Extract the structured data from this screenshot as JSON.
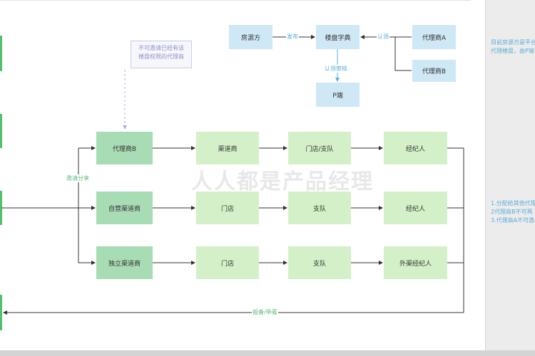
{
  "colors": {
    "node_blue": "#cfe8f5",
    "node_green_dark": "#a8dcb4",
    "node_green_light": "#d3f0c8",
    "edge_blue": "#5aaed6",
    "edge_green": "#5cb87a",
    "note_text": "#8e94c8"
  },
  "nodes": {
    "housing_source": "房源方",
    "property_dictionary": "楼盘字典",
    "agent_a": "代理商A",
    "agent_b_top": "代理商B",
    "p_side": "P端",
    "agent_b": "代理商B",
    "channel_merchant": "渠道商",
    "store_team_1": "门店/支队",
    "broker_1": "经纪人",
    "self_channel": "自营渠道商",
    "store_2": "门店",
    "team_2": "支队",
    "broker_2": "经纪人",
    "independent_channel": "独立渠道商",
    "store_3": "门店",
    "team_3": "支队",
    "external_broker": "外渠经纪人"
  },
  "edge_labels": {
    "publish": "发布",
    "claim": "认领",
    "claim_review": "认领审核",
    "invite_share": "邀请分享",
    "report_visit": "报备/带看"
  },
  "note": {
    "line1": "不可邀请已经有该",
    "line2": "楼盘权限的代理商"
  },
  "right_panel": {
    "intro_line1": "目前房源方是平台",
    "intro_line2": "代理楼盘，由P端",
    "rule1": "1.分配给其他代理",
    "rule2": "2代理商B不可再",
    "rule3": "3.代理商A不可邀"
  },
  "watermark": "人人都是产品经理"
}
